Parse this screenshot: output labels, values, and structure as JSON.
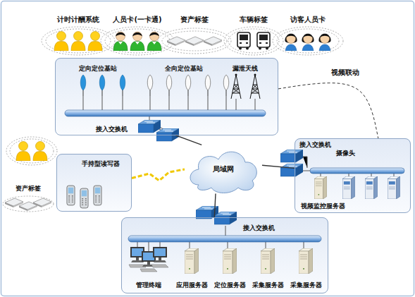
{
  "diagram": {
    "nodes": [
      {
        "text": [
          "接入交换机"
        ]
      },
      {
        "text": [
          "手持型读写器"
        ]
      },
      {
        "text": [
          "局域网"
        ]
      },
      {
        "text": [
          "接入交换机",
          "摄像头",
          "视频监控服务器"
        ]
      },
      {
        "text": [
          "接入交换机"
        ]
      }
    ],
    "edges": [
      {
        "from": 0,
        "to": 2,
        "arrow": "none"
      },
      {
        "from": 1,
        "to": 2,
        "arrow": "none"
      },
      {
        "from": 2,
        "to": 3,
        "arrow": "none"
      },
      {
        "from": 2,
        "to": 4,
        "arrow": "none"
      },
      {
        "from": 0,
        "to": 3,
        "label": "视频联动",
        "arrow": "none"
      }
    ],
    "labels": [
      "计时计酬系统",
      "人员卡(一卡通)",
      "资产标签",
      "车辆标签",
      "访客人员卡",
      "定向定位基站",
      "全向定位基站",
      "漏泄天线",
      "资产标签",
      "管理终端",
      "应用服务器",
      "定位服务器",
      "采集服务器",
      "采集服务器"
    ]
  }
}
